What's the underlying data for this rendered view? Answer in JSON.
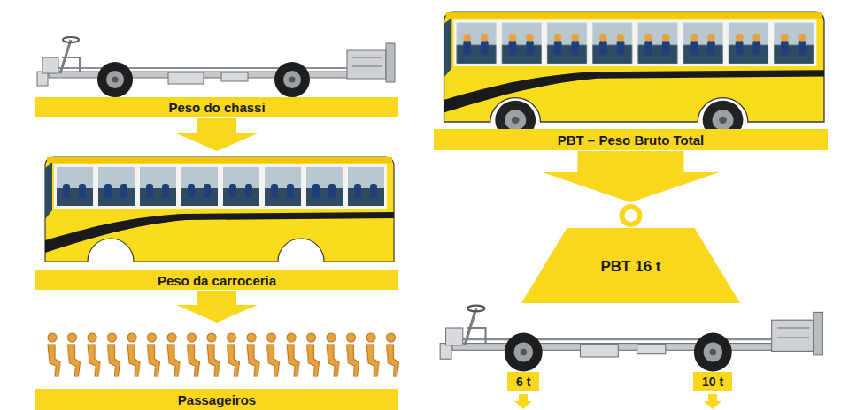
{
  "diagram": {
    "nodes": [
      {
        "text": [
          "Peso do chassi"
        ]
      },
      {
        "text": [
          "Peso da carroceria"
        ]
      },
      {
        "text": [
          "Passageiros"
        ]
      },
      {
        "text": [
          "PBT – Peso Bruto Total"
        ]
      },
      {
        "text": [
          "PBT 16 t"
        ]
      },
      {
        "text": [
          "6 t"
        ]
      },
      {
        "text": [
          "10 t"
        ]
      }
    ],
    "edges": [
      {
        "from": 0,
        "to": 1,
        "arrow": "to"
      },
      {
        "from": 1,
        "to": 2,
        "arrow": "to"
      },
      {
        "from": 3,
        "to": 4,
        "arrow": "to"
      }
    ]
  }
}
